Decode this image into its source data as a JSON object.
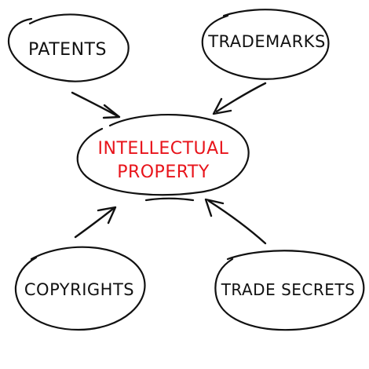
{
  "diagram": {
    "center": {
      "line1": "INTELLECTUAL",
      "line2": "PROPERTY"
    },
    "nodes": {
      "patents": "PATENTS",
      "trademarks": "TRADEMARKS",
      "copyrights": "COPYRIGHTS",
      "trade_secrets": "TRADE SECRETS"
    },
    "colors": {
      "center_text": "#e8141b",
      "ink": "#111111"
    }
  }
}
